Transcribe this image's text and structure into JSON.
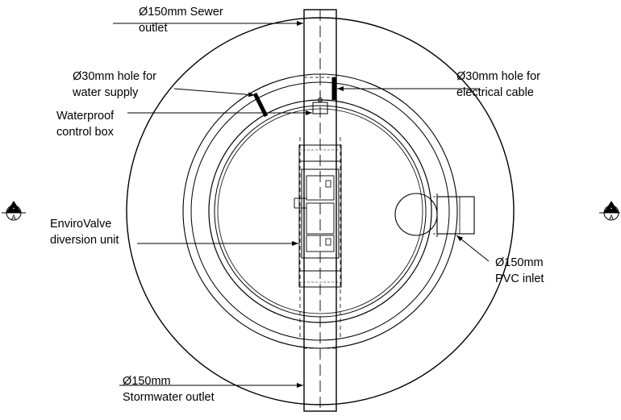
{
  "labels": {
    "sewer_outlet": [
      "Ø150mm Sewer",
      "outlet"
    ],
    "water_supply_hole": [
      "Ø30mm hole for",
      "water supply"
    ],
    "control_box": [
      "Waterproof",
      "control box"
    ],
    "electrical_hole": [
      "Ø30mm hole for",
      "electrical cable"
    ],
    "diversion_unit": [
      "EnviroValve",
      "diversion unit"
    ],
    "pvc_inlet": [
      "Ø150mm",
      "PVC inlet"
    ],
    "stormwater_outlet": [
      "Ø150mm",
      "Stormwater outlet"
    ]
  },
  "section_markers": {
    "left": {
      "top": "-",
      "bottom": "A"
    },
    "right": {
      "top": "-",
      "bottom": "A"
    }
  }
}
